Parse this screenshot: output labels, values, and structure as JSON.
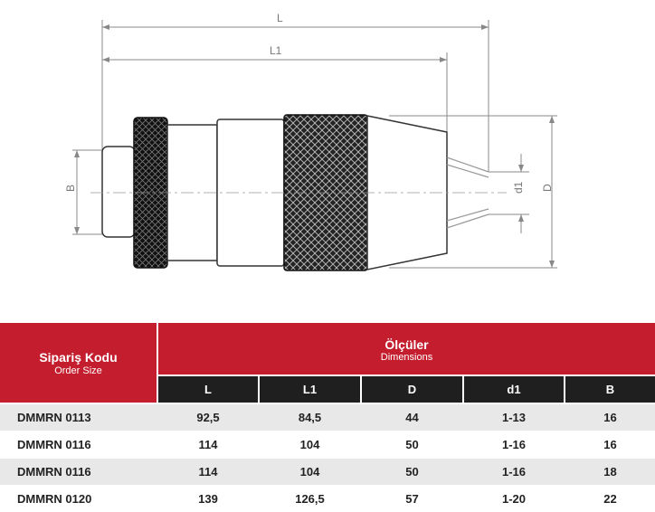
{
  "drawing": {
    "labels": {
      "L": "L",
      "L1": "L1",
      "B": "B",
      "d1": "d1",
      "D": "D"
    }
  },
  "table": {
    "order_code_title": "Sipariş Kodu",
    "order_code_subtitle": "Order Size",
    "dimensions_title": "Ölçüler",
    "dimensions_subtitle": "Dimensions",
    "columns": [
      "L",
      "L1",
      "D",
      "d1",
      "B"
    ],
    "rows": [
      {
        "code": "DMMRN 0113",
        "L": "92,5",
        "L1": "84,5",
        "D": "44",
        "d1": "1-13",
        "B": "16"
      },
      {
        "code": "DMMRN 0116",
        "L": "114",
        "L1": "104",
        "D": "50",
        "d1": "1-16",
        "B": "16"
      },
      {
        "code": "DMMRN 0116",
        "L": "114",
        "L1": "104",
        "D": "50",
        "d1": "1-16",
        "B": "18"
      },
      {
        "code": "DMMRN 0120",
        "L": "139",
        "L1": "126,5",
        "D": "57",
        "d1": "1-20",
        "B": "22"
      }
    ]
  },
  "colors": {
    "header_red": "#c41e2e",
    "header_dark": "#1f1f1f",
    "row_light": "#e8e8e8",
    "row_white": "#ffffff"
  }
}
